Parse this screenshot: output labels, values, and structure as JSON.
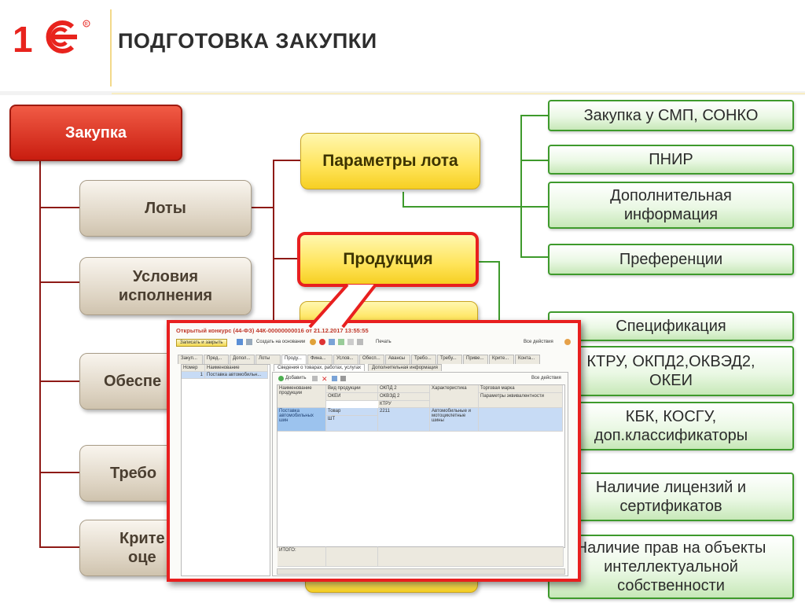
{
  "header": {
    "title": "ПОДГОТОВКА ЗАКУПКИ",
    "logo_text": "1С"
  },
  "tree": {
    "root": "Закупка",
    "level1": [
      "Лоты",
      "Условия исполнения",
      "Обеспе",
      "Требо",
      "Крите оце"
    ],
    "level2": {
      "params": "Параметры лота",
      "product": "Продукция"
    },
    "params_items": [
      "Закупка у СМП, СОНКО",
      "ПНИР",
      "Дополнительная информация",
      "Преференции"
    ],
    "product_items": [
      "Спецификация",
      "КТРУ, ОКПД2,ОКВЭД2, ОКЕИ",
      "КБК, КОСГУ, доп.классификаторы",
      "Наличие лицензий и сертификатов",
      "Наличие прав на объекты интеллектуальной собственности"
    ]
  },
  "screenshot": {
    "window_title": "Открытый конкурс (44-ФЗ) 44К-00000000016 от 21.12.2017 13:55:55",
    "toolbar": {
      "save_close": "Записать и закрыть",
      "create_based": "Создать на основании",
      "print": "Печать",
      "all_actions": "Все действия"
    },
    "tabs": [
      "Закуп...",
      "Пред...",
      "Допол...",
      "Лоты",
      "Проду...",
      "Фина...",
      "Услов...",
      "Обесп...",
      "Авансы",
      "Требо...",
      "Требу...",
      "Приве...",
      "Крите...",
      "Конта..."
    ],
    "lots_table": {
      "headers": [
        "Номер",
        "Наименование"
      ],
      "rows": [
        [
          "1",
          "Поставка автомобильн..."
        ]
      ]
    },
    "subtabs": [
      "Сведения о товарах, работах, услугах",
      "Дополнительная информация"
    ],
    "add_button": "Добавить",
    "spec_headers": {
      "name": "Наименование продукции",
      "kind": "Вид продукции",
      "okei": "ОКЕИ",
      "okpd": "ОКПД 2",
      "okved": "ОКВЭД 2",
      "ktru": "КТРУ",
      "char": "Характеристика",
      "brand": "Торговая марка",
      "equiv": "Параметры эквивалентности"
    },
    "spec_row": {
      "name": "Поставка автомобильных шин",
      "kind": "Товар",
      "unit": "ШТ",
      "code": "2211",
      "char": "Автомобильные и мотоциклетные шины"
    },
    "total": "ИТОГО:"
  },
  "colors": {
    "red": "#e81f1f",
    "green": "#3e9a2c",
    "dark_red_line": "#8e1a16"
  }
}
